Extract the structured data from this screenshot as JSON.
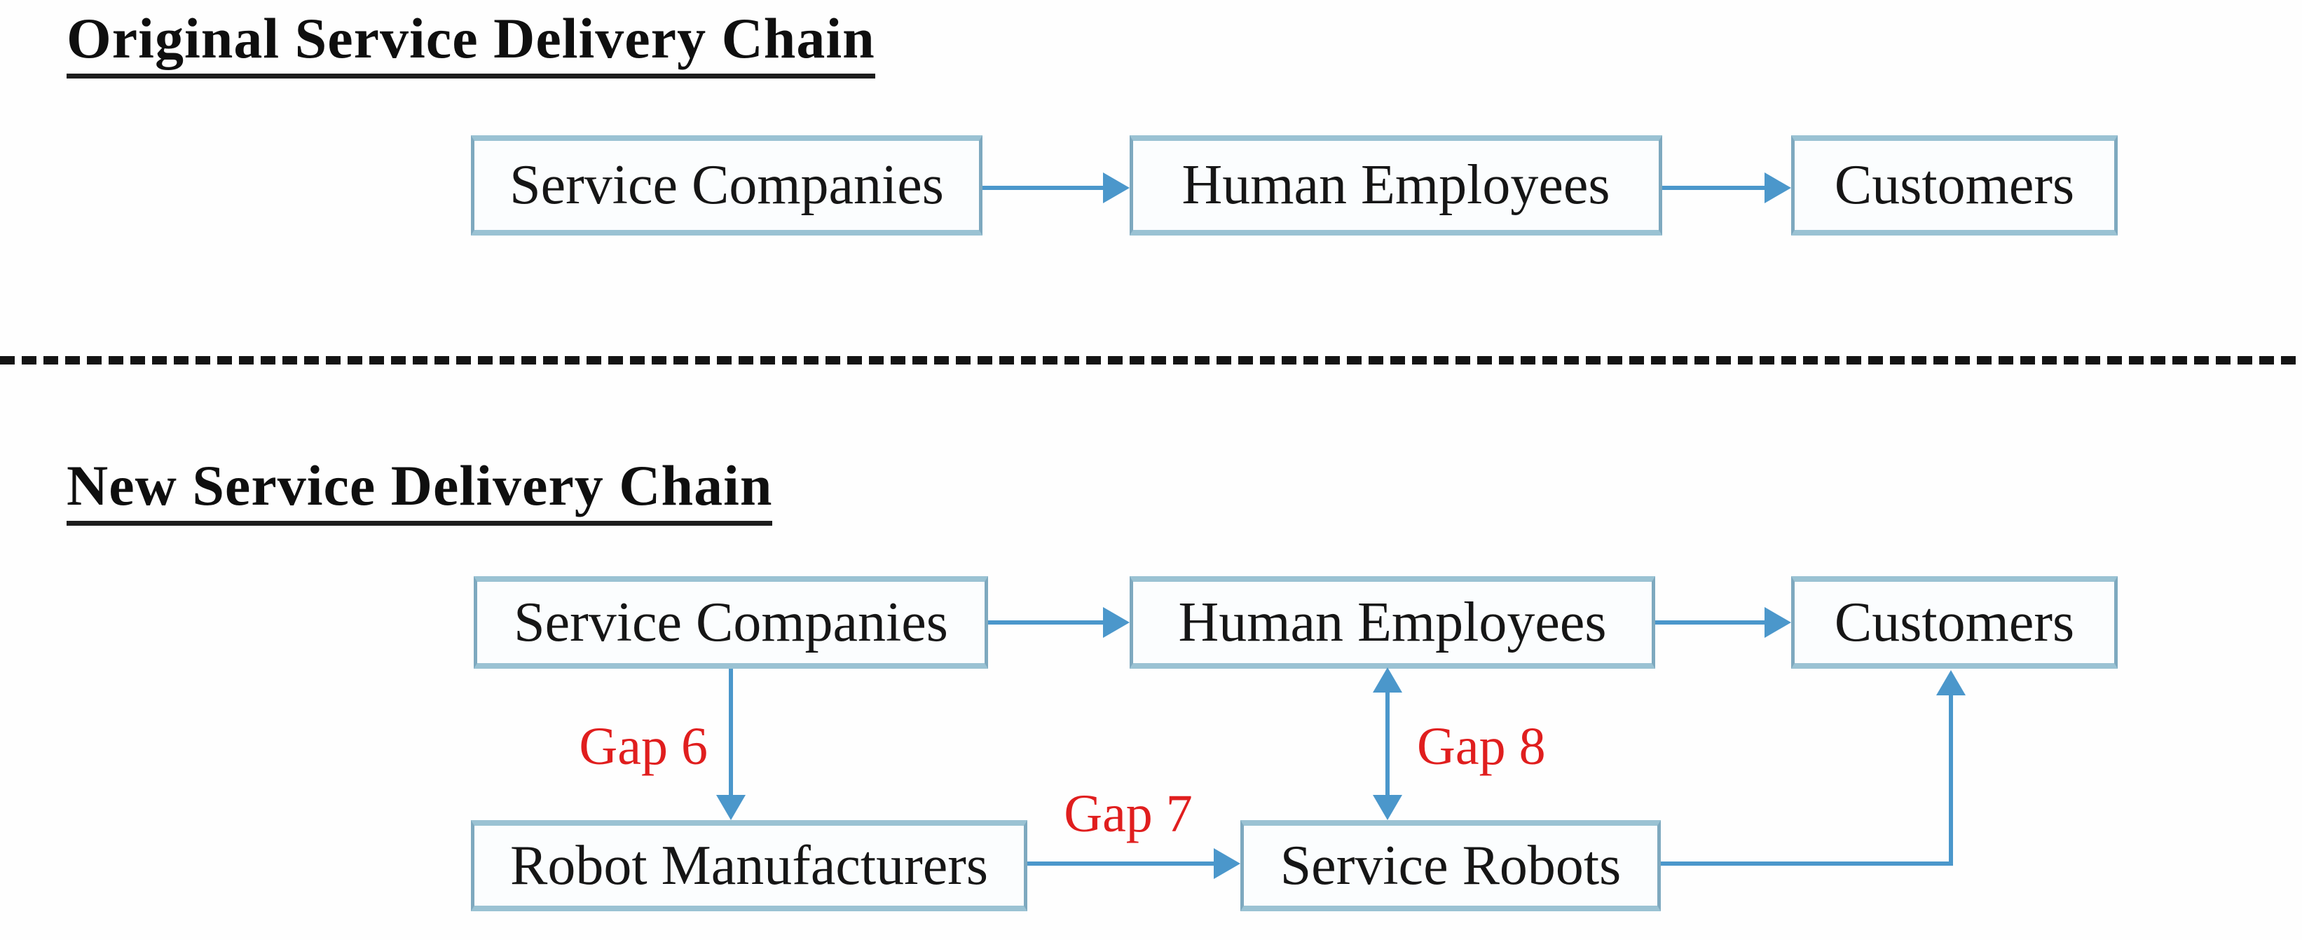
{
  "colors": {
    "arrow_blue": "#4b97cb",
    "box_border_blue": "#7ea9bf",
    "box_border_light": "#9ac2d3",
    "gap_label_red": "#e01e1e",
    "text_black": "#161616",
    "separator_black": "#141414"
  },
  "original_chain": {
    "heading": "Original Service Delivery Chain",
    "nodes": [
      {
        "id": "service-companies",
        "label": "Service Companies"
      },
      {
        "id": "human-employees",
        "label": "Human Employees"
      },
      {
        "id": "customers",
        "label": "Customers"
      }
    ],
    "edges": [
      {
        "from": "service-companies",
        "to": "human-employees",
        "type": "arrow"
      },
      {
        "from": "human-employees",
        "to": "customers",
        "type": "arrow"
      }
    ]
  },
  "new_chain": {
    "heading": "New Service Delivery Chain",
    "nodes": [
      {
        "id": "service-companies",
        "label": "Service Companies"
      },
      {
        "id": "human-employees",
        "label": "Human Employees"
      },
      {
        "id": "customers",
        "label": "Customers"
      },
      {
        "id": "robot-manufacturers",
        "label": "Robot Manufacturers"
      },
      {
        "id": "service-robots",
        "label": "Service Robots"
      }
    ],
    "edges": [
      {
        "from": "service-companies",
        "to": "human-employees",
        "type": "arrow",
        "label": ""
      },
      {
        "from": "human-employees",
        "to": "customers",
        "type": "arrow",
        "label": ""
      },
      {
        "from": "service-companies",
        "to": "robot-manufacturers",
        "type": "arrow",
        "label": "Gap 6"
      },
      {
        "from": "robot-manufacturers",
        "to": "service-robots",
        "type": "arrow",
        "label": "Gap 7"
      },
      {
        "from": "human-employees",
        "to": "service-robots",
        "type": "double-arrow",
        "label": "Gap 8"
      },
      {
        "from": "service-robots",
        "to": "customers",
        "type": "elbow-arrow",
        "label": ""
      }
    ]
  }
}
